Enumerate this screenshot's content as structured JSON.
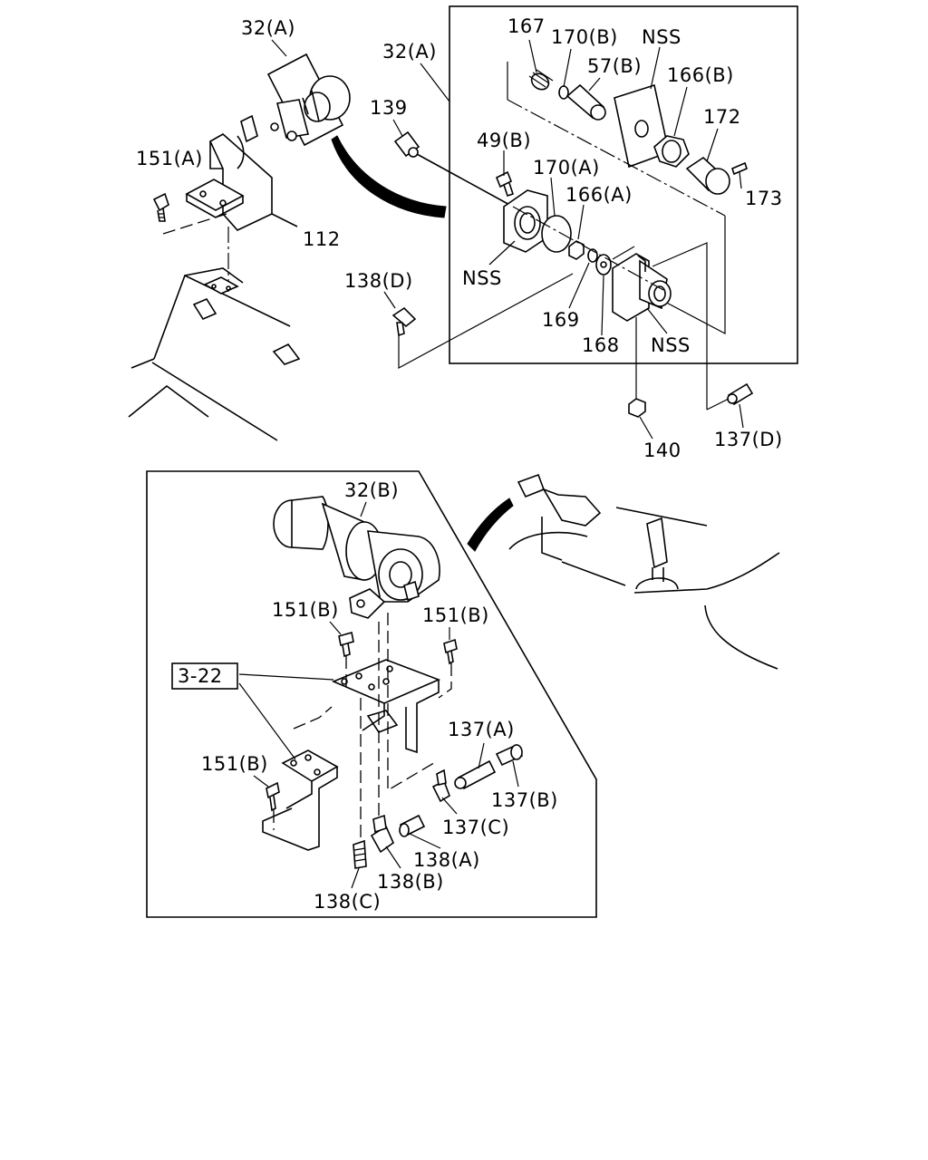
{
  "diagram": {
    "labels": {
      "l_32a_top": "32(A)",
      "l_151a": "151(A)",
      "l_112": "112",
      "l_139": "139",
      "l_32a_box": "32(A)",
      "l_138d": "138(D)",
      "l_167": "167",
      "l_170b": "170(B)",
      "l_nss_plate": "NSS",
      "l_57b": "57(B)",
      "l_166b": "166(B)",
      "l_172": "172",
      "l_173": "173",
      "l_49b": "49(B)",
      "l_170a": "170(A)",
      "l_166a": "166(A)",
      "l_nss_flange": "NSS",
      "l_169": "169",
      "l_168": "168",
      "l_nss_body": "NSS",
      "l_140": "140",
      "l_137d": "137(D)",
      "l_32b": "32(B)",
      "l_151b_left": "151(B)",
      "l_151b_right": "151(B)",
      "l_3_22": "3-22",
      "l_151b_lower": "151(B)",
      "l_137a": "137(A)",
      "l_137b": "137(B)",
      "l_137c": "137(C)",
      "l_138a": "138(A)",
      "l_138b": "138(B)",
      "l_138c": "138(C)"
    }
  }
}
